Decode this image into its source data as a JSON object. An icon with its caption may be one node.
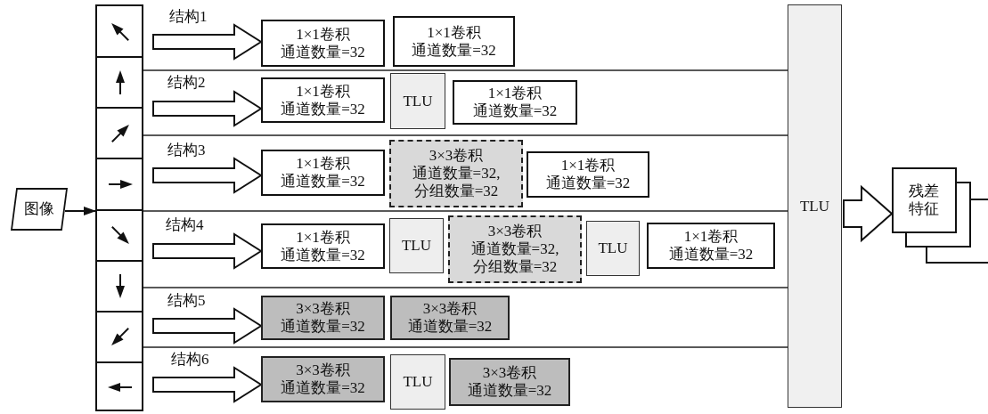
{
  "diagram": {
    "nodes": [
      {
        "text": [
          "图像"
        ]
      },
      {
        "text": [],
        "shape": "box"
      },
      {
        "text": [
          "1×1卷积",
          "通道数量=32"
        ]
      },
      {
        "text": [
          "1×1卷积",
          "通道数量=32"
        ]
      },
      {
        "text": [
          "1×1卷积",
          "通道数量=32"
        ]
      },
      {
        "text": [
          "TLU"
        ]
      },
      {
        "text": [
          "1×1卷积",
          "通道数量=32"
        ]
      },
      {
        "text": [
          "1×1卷积",
          "通道数量=32"
        ]
      },
      {
        "text": [
          "3×3卷积",
          "通道数量=32,",
          "分组数量=32"
        ]
      },
      {
        "text": [
          "1×1卷积",
          "通道数量=32"
        ]
      },
      {
        "text": [
          "1×1卷积",
          "通道数量=32"
        ]
      },
      {
        "text": [
          "TLU"
        ]
      },
      {
        "text": [
          "3×3卷积",
          "通道数量=32,",
          "分组数量=32"
        ]
      },
      {
        "text": [
          "TLU"
        ]
      },
      {
        "text": [
          "1×1卷积",
          "通道数量=32"
        ]
      },
      {
        "text": [
          "3×3卷积",
          "通道数量=32"
        ]
      },
      {
        "text": [
          "3×3卷积",
          "通道数量=32"
        ]
      },
      {
        "text": [
          "3×3卷积",
          "通道数量=32"
        ]
      },
      {
        "text": [
          "TLU"
        ]
      },
      {
        "text": [
          "3×3卷积",
          "通道数量=32"
        ]
      },
      {
        "text": [
          "TLU"
        ]
      },
      {
        "text": [
          "残差特征"
        ]
      }
    ],
    "edges": [
      {
        "from": 0,
        "to": 1,
        "arrow": "to"
      },
      {
        "from": null,
        "to": 2,
        "arrow": "to",
        "label": "结构1",
        "style": "thick"
      },
      {
        "from": null,
        "to": 4,
        "arrow": "to",
        "label": "结构2",
        "style": "thick"
      },
      {
        "from": null,
        "to": 7,
        "arrow": "to",
        "label": "结构3",
        "style": "thick"
      },
      {
        "from": null,
        "to": 10,
        "arrow": "to",
        "label": "结构4",
        "style": "thick"
      },
      {
        "from": null,
        "to": 15,
        "arrow": "to",
        "label": "结构5",
        "style": "thick"
      },
      {
        "from": null,
        "to": 17,
        "arrow": "to",
        "label": "结构6",
        "style": "thick"
      },
      {
        "from": 20,
        "to": 21,
        "arrow": "to",
        "style": "thick"
      }
    ]
  }
}
